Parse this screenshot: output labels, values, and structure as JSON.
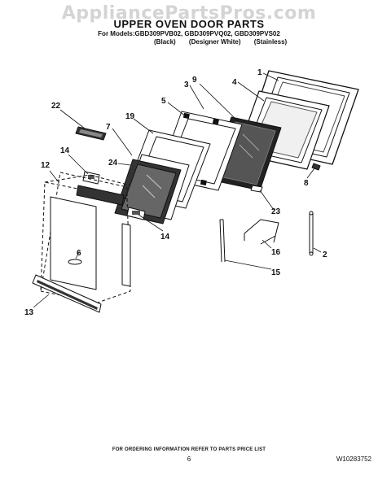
{
  "watermark": "AppliancePartsPros.com",
  "title": "UPPER OVEN DOOR PARTS",
  "models_line": "For Models:GBD309PVB02, GBD309PVQ02, GBD309PVS02",
  "variants": [
    "(Black)",
    "(Designer White)",
    "(Stainless)"
  ],
  "callouts": [
    "1",
    "2",
    "3",
    "4",
    "5",
    "6",
    "7",
    "8",
    "9",
    "12",
    "13",
    "14",
    "14",
    "15",
    "16",
    "19",
    "22",
    "23",
    "24"
  ],
  "footer_note": "FOR ORDERING INFORMATION REFER TO PARTS PRICE LIST",
  "page_number": "6",
  "doc_number": "W10283752"
}
